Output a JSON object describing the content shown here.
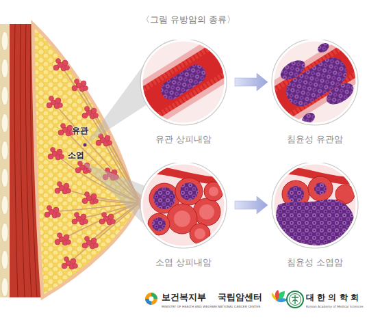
{
  "diagram": {
    "title": "〈그림 유방암의 종류〉",
    "nodes": [
      {
        "text": [
          "유관 상피내암"
        ]
      },
      {
        "text": [
          "침윤성 유관암"
        ]
      },
      {
        "text": [
          "소엽 상피내암"
        ]
      },
      {
        "text": [
          "침윤성 소엽암"
        ]
      }
    ],
    "edges": [
      {
        "from": 0,
        "to": 1,
        "arrow": "to"
      },
      {
        "from": 2,
        "to": 3,
        "arrow": "to"
      }
    ],
    "labels": [
      "유관",
      "소엽",
      "보건복지부",
      "MINISTRY OF HEALTH AND WELFARE",
      "국립암센터",
      "NATIONAL CANCER CENTER",
      "대 한 의 학 회",
      "Korean Academy of Medical Sciences"
    ]
  }
}
